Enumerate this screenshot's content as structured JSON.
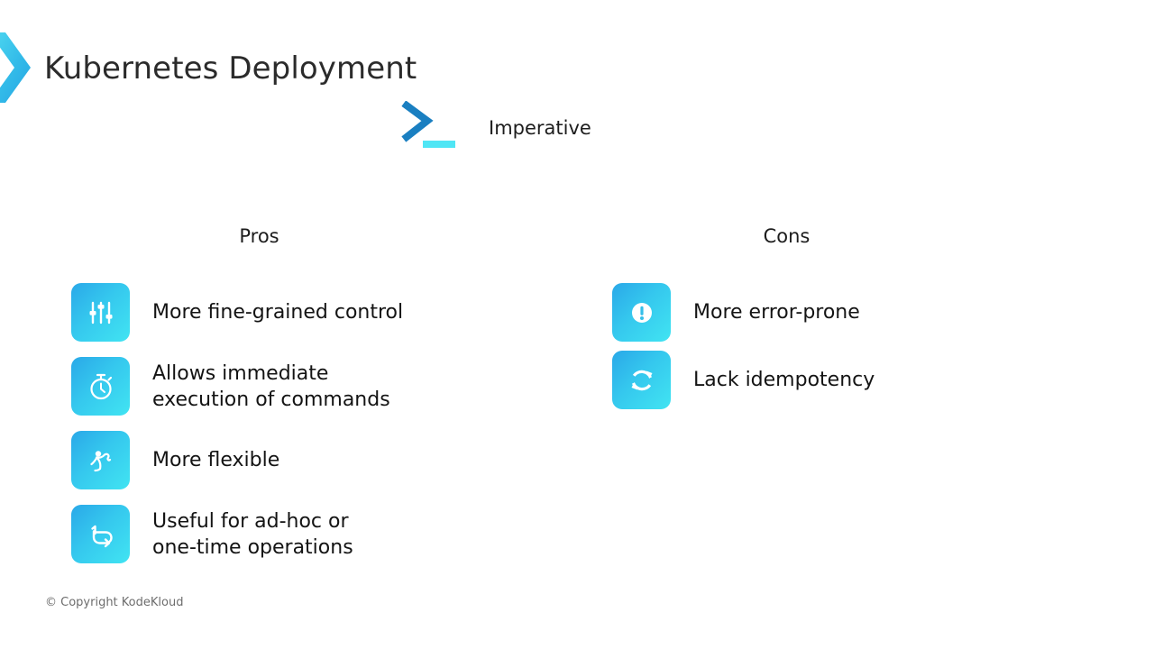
{
  "slide": {
    "title": "Kubernetes Deployment",
    "corner_icon": "chevron-right-icon",
    "copyright": "© Copyright KodeKloud"
  },
  "section": {
    "icon": "terminal-prompt-icon",
    "label": "Imperative"
  },
  "colors": {
    "accent_blue": "#1a7fc1",
    "accent_cyan": "#4fe6f5",
    "tile_gradient_start": "#2aa8e8",
    "tile_gradient_end": "#41e4f2",
    "title_text": "#2b2b2b",
    "body_text": "#141414",
    "footer_text": "#6d6d6d",
    "background": "#ffffff"
  },
  "columns": [
    {
      "key": "pros",
      "title": "Pros",
      "items": [
        {
          "icon": "sliders-icon",
          "label": "More fine-grained control"
        },
        {
          "icon": "stopwatch-icon",
          "label": "Allows immediate\nexecution of commands"
        },
        {
          "icon": "flexible-person-icon",
          "label": "More flexible"
        },
        {
          "icon": "repeat-one-icon",
          "label": "Useful for ad-hoc or\none-time operations"
        }
      ]
    },
    {
      "key": "cons",
      "title": "Cons",
      "items": [
        {
          "icon": "exclamation-circle-icon",
          "label": "More error-prone"
        },
        {
          "icon": "sync-circle-icon",
          "label": "Lack idempotency"
        }
      ]
    }
  ]
}
